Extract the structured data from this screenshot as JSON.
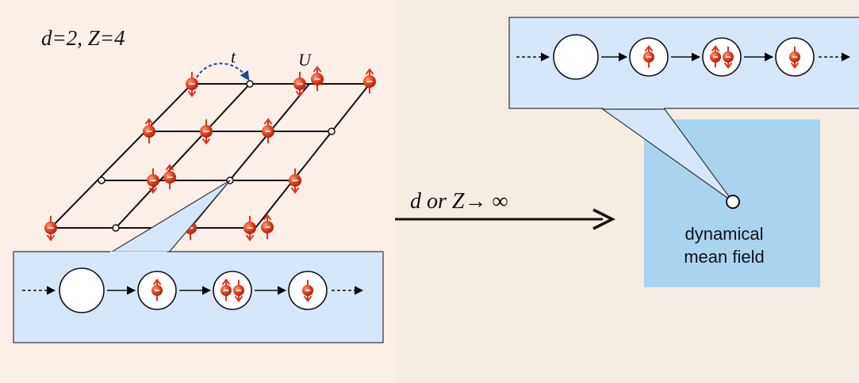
{
  "left_panel": {
    "title": "d=2, Z=4",
    "hopping_label": "t",
    "interaction_label": "U"
  },
  "arrow_label": "d or Z→ ∞",
  "right_panel": {
    "mean_field_label_line1": "dynamical",
    "mean_field_label_line2": "mean field"
  },
  "timeline": {
    "sequence": [
      "empty",
      "spin-up",
      "doubly-occupied",
      "spin-down"
    ]
  },
  "colors": {
    "background_left": "#fbefe8",
    "background_right": "#f5ece2",
    "panel_fill": "#d5e7f8",
    "field_fill": "#a9d4f0",
    "electron": "#d63a1e",
    "spin_arrow": "#e0301a",
    "hop_arrow": "#1b4a9a",
    "line": "#000000"
  }
}
